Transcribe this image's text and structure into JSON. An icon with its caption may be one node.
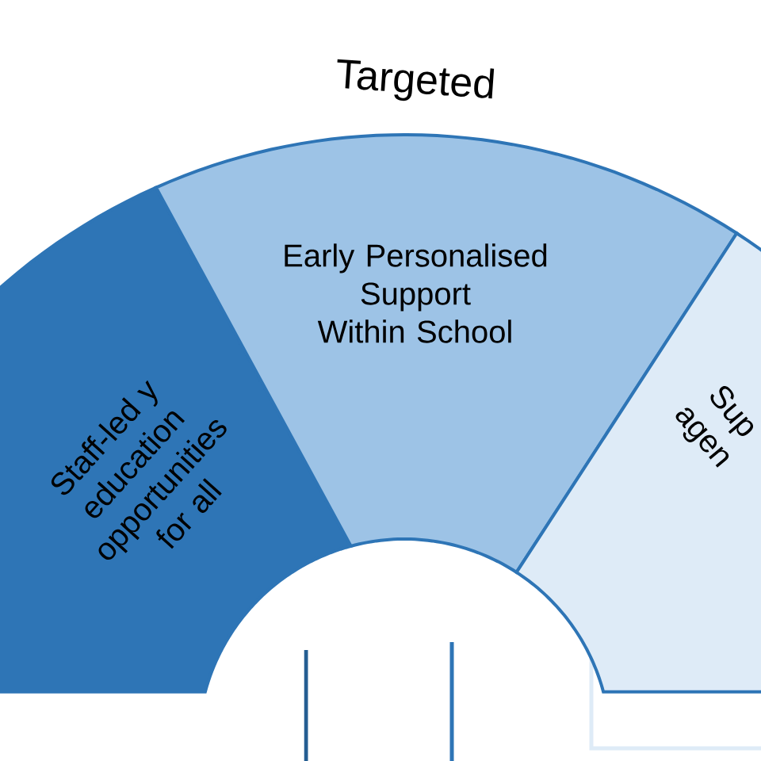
{
  "diagram": {
    "nodes": [
      {
        "text": [
          "Staff-led y education opportunities for all"
        ]
      },
      {
        "text": [
          "Targeted",
          "Early Personalised Support Within School"
        ]
      },
      {
        "text": [
          "Sup agen"
        ]
      }
    ]
  }
}
